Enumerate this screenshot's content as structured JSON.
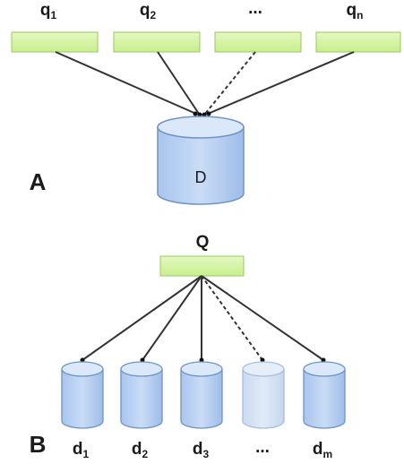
{
  "panel_a": {
    "label": "A",
    "queries": [
      {
        "name": "q",
        "sub": "1"
      },
      {
        "name": "q",
        "sub": "2"
      },
      {
        "name": "...",
        "sub": ""
      },
      {
        "name": "q",
        "sub": "n"
      }
    ],
    "database_label": "D"
  },
  "panel_b": {
    "label": "B",
    "query_label": "Q",
    "databases": [
      {
        "name": "d",
        "sub": "1"
      },
      {
        "name": "d",
        "sub": "2"
      },
      {
        "name": "d",
        "sub": "3"
      },
      {
        "name": "...",
        "sub": ""
      },
      {
        "name": "d",
        "sub": "m"
      }
    ]
  },
  "colors": {
    "box_fill": "#d6f5a6",
    "box_stroke": "#9cc85e",
    "cylinder_fill": "#b9d2f2",
    "cylinder_top": "#dbe8fa",
    "cylinder_stroke": "#6f93c4",
    "faded_cylinder": "#d3e1f4",
    "line": "#333333"
  }
}
